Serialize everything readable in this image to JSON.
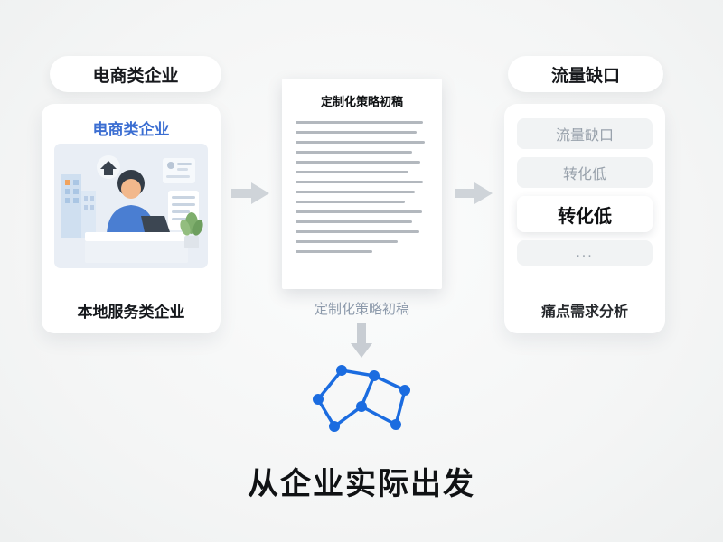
{
  "left": {
    "pill_label": "电商类企业",
    "card_title": "电商类企业",
    "card_caption": "本地服务类企业",
    "illustration": "person-working-at-desk"
  },
  "center": {
    "doc_title": "定制化策略初稿",
    "caption": "定制化策略初稿",
    "doc_line_widths": [
      96,
      91,
      97,
      88,
      94,
      85,
      96,
      90,
      82,
      95,
      88,
      93,
      77,
      58
    ]
  },
  "right": {
    "pill_label": "流量缺口",
    "items": [
      {
        "label": "流量缺口",
        "style": "muted"
      },
      {
        "label": "转化低",
        "style": "muted"
      },
      {
        "label": "转化低",
        "style": "bold"
      },
      {
        "label": "...",
        "style": "dots"
      }
    ],
    "caption": "痛点需求分析"
  },
  "bottom": {
    "title": "从企业实际出发"
  },
  "icons": {
    "arrow_left_to_center": "arrow-right-icon",
    "arrow_center_to_right": "arrow-right-icon",
    "arrow_down": "arrow-down-icon",
    "network": "network-graph-icon"
  },
  "colors": {
    "background": "#f5f6f6",
    "card": "#ffffff",
    "accent_blue": "#1b6ce0",
    "title_blue": "#3b6ed2",
    "muted_text": "#99a2ac",
    "caption_gray": "#8d9aab",
    "arrow_gray": "#cfd4d9",
    "text_dark": "#15181c"
  }
}
